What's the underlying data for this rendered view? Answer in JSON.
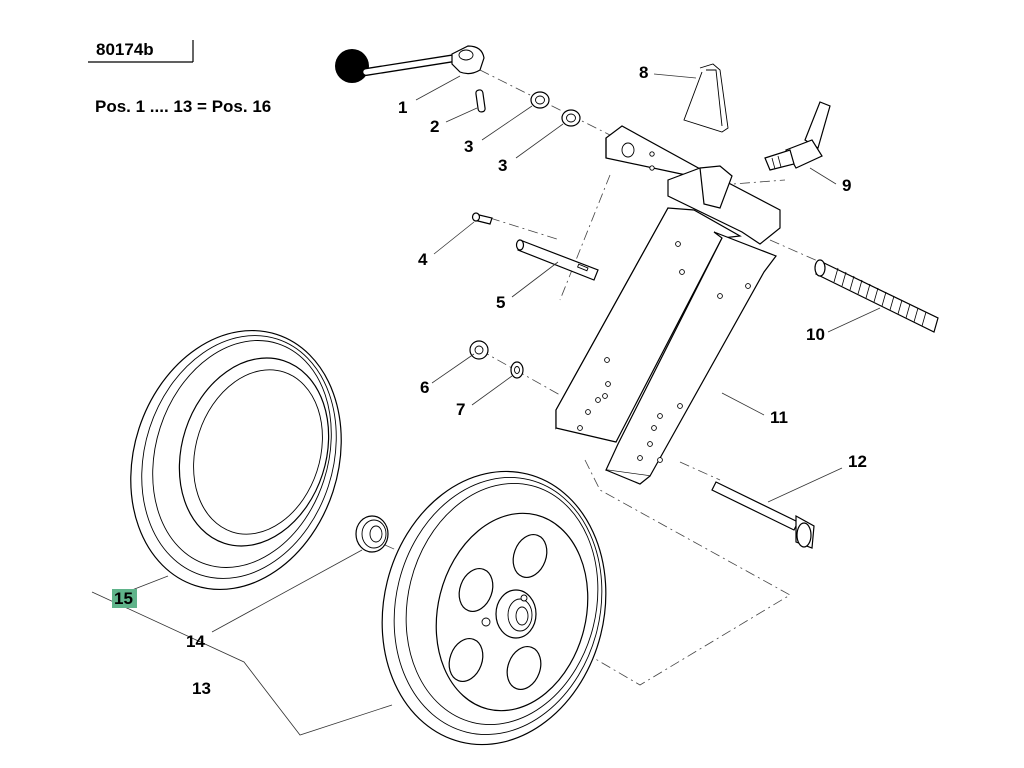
{
  "drawing": {
    "reference_code": "80174b",
    "note": "Pos. 1 .... 13 = Pos. 16"
  },
  "callouts": {
    "c1": "1",
    "c2": "2",
    "c3a": "3",
    "c3b": "3",
    "c4": "4",
    "c5": "5",
    "c6": "6",
    "c7": "7",
    "c8": "8",
    "c9": "9",
    "c10": "10",
    "c11": "11",
    "c12": "12",
    "c13": "13",
    "c14": "14",
    "c15": "15"
  },
  "colors": {
    "highlight": "#5fb38a",
    "line": "#000000",
    "background": "#ffffff"
  }
}
